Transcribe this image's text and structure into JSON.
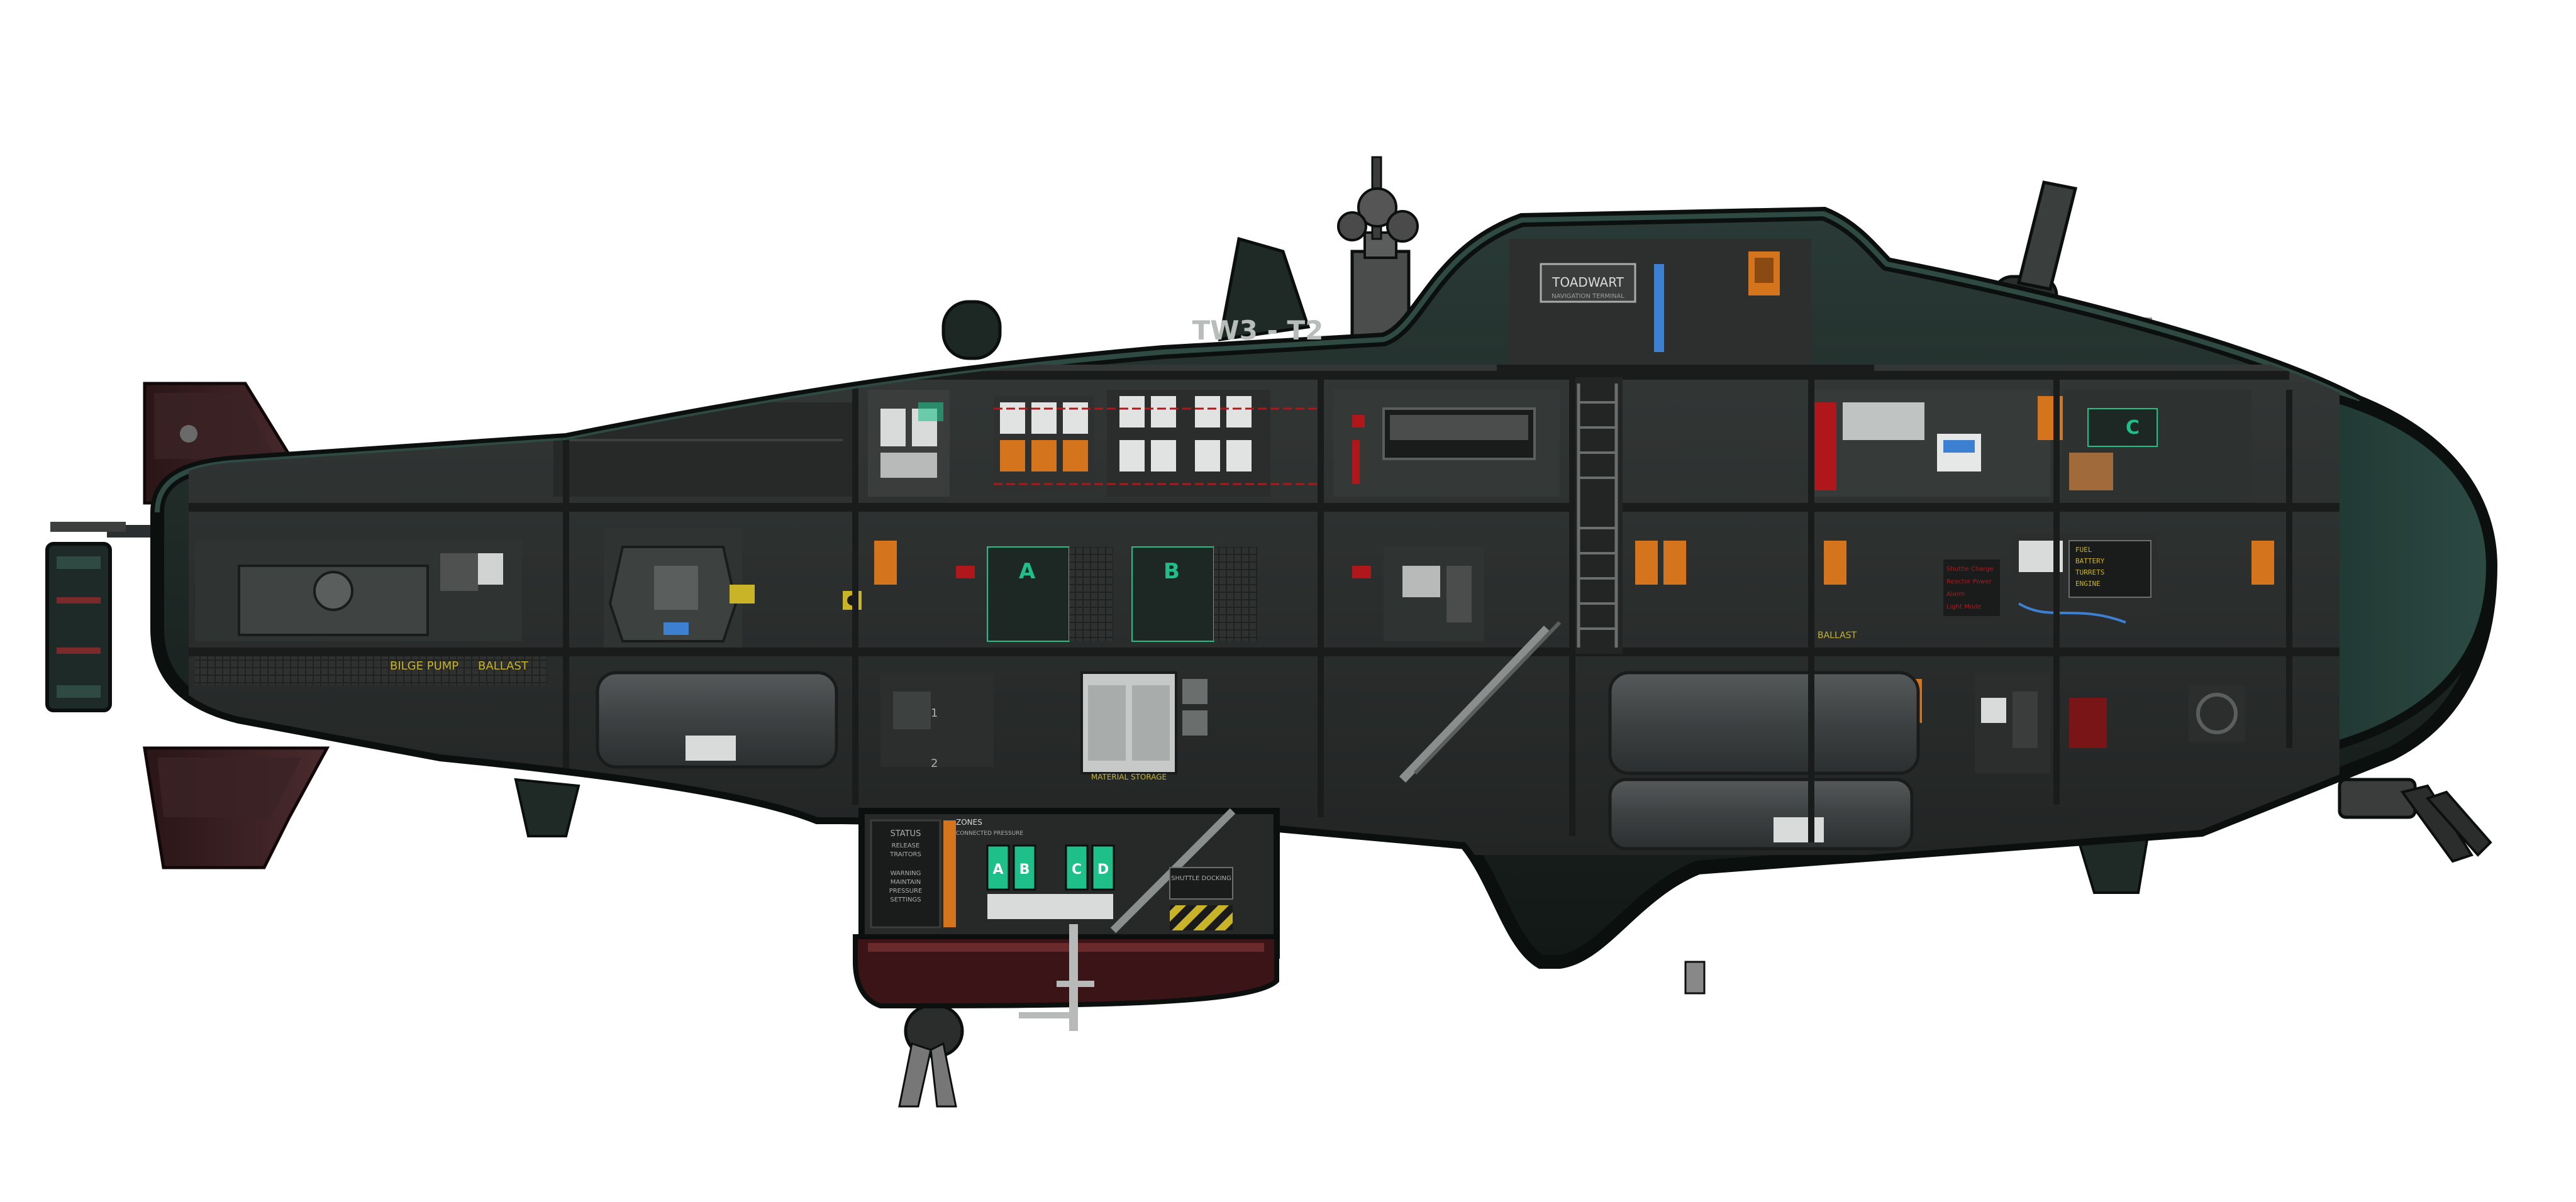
{
  "vessel": {
    "hull_marking": "TW3 - T2",
    "colors": {
      "hull": "#1f2a27",
      "hull_outline": "#0b0f0e",
      "hull_trim": "#2f4a42",
      "interior": "#2b2e2d",
      "interior_dark": "#1a1c1c",
      "deck": "#3c3f3d",
      "tank": "#4a4d4b",
      "dock": "#3a1416",
      "accent_orange": "#d4751e",
      "accent_red": "#b0171b",
      "accent_green": "#1fbf8a",
      "accent_yellow": "#c9b427",
      "screen_blue": "#3d7fd0",
      "rudder": "#3b2326"
    }
  },
  "signs": {
    "navigation": "TOADWART",
    "navigation_sub": "NAVIGATION TERMINAL",
    "ballast_left": "BALLAST",
    "bilge_left": "BILGE PUMP",
    "ballast_right": "BALLAST",
    "material_storage": "MATERIAL STORAGE",
    "shuttle_dock": "SHUTTLE DOCKING",
    "zones": "ZONES",
    "zone_sub": "CONNECTED PRESSURE",
    "status_title": "STATUS",
    "status_lines": [
      "RELEASE",
      "TRAITORS",
      "",
      "WARNING",
      "MAINTAIN",
      "PRESSURE",
      "SETTINGS"
    ]
  },
  "cargo_bays": {
    "upper": [
      {
        "label": "A"
      },
      {
        "label": "B"
      }
    ],
    "right": {
      "label": "C"
    }
  },
  "airlocks": [
    {
      "label": "A"
    },
    {
      "label": "B"
    },
    {
      "label": "C"
    },
    {
      "label": "D"
    }
  ],
  "deck_numbers": [
    "1",
    "2"
  ],
  "reactor_panel": {
    "lines": [
      "FUEL",
      "BATTERY",
      "TURRETS",
      "ENGINE"
    ]
  },
  "alarm_panel": {
    "lines": [
      "Shuttle Charge",
      "Reactor Power",
      "Alarm",
      "Light Mode"
    ]
  },
  "icons": [
    "periscope-icon",
    "radar-dish-icon",
    "railgun-turret-icon",
    "coilgun-turret-icon",
    "depth-charge-icon",
    "propeller-icon",
    "docking-clamp-icon",
    "reactor-icon",
    "fabricator-icon",
    "medical-icon",
    "oxygen-generator-icon",
    "pump-icon",
    "battery-icon",
    "junction-box-icon",
    "ladder-icon",
    "hatch-icon",
    "warning-sign-icon",
    "radiation-icon"
  ]
}
